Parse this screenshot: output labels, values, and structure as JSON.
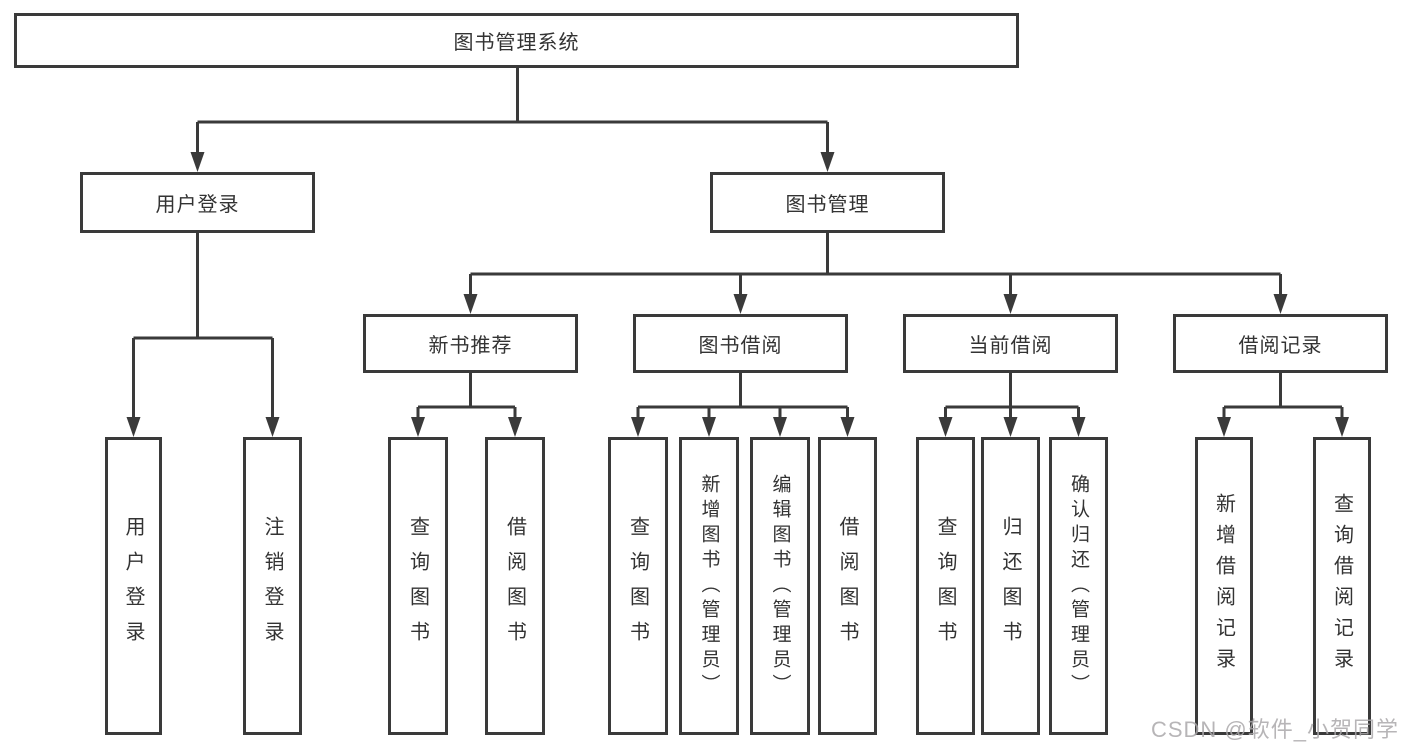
{
  "diagram": {
    "watermark": "CSDN @软件_小贺同学",
    "colors": {
      "line": "#3a3a3a",
      "box_border": "#3a3a3a",
      "text": "#333333",
      "background": "#ffffff",
      "watermark": "#aaa8aa"
    },
    "tree": {
      "root": "图书管理系统",
      "children": [
        {
          "label": "用户登录",
          "children": [
            {
              "label": "用户登录"
            },
            {
              "label": "注销登录"
            }
          ]
        },
        {
          "label": "图书管理",
          "children": [
            {
              "label": "新书推荐",
              "children": [
                {
                  "label": "查询图书"
                },
                {
                  "label": "借阅图书"
                }
              ]
            },
            {
              "label": "图书借阅",
              "children": [
                {
                  "label": "查询图书"
                },
                {
                  "label": "新增图书（管理员）"
                },
                {
                  "label": "编辑图书（管理员）"
                },
                {
                  "label": "借阅图书"
                }
              ]
            },
            {
              "label": "当前借阅",
              "children": [
                {
                  "label": "查询图书"
                },
                {
                  "label": "归还图书"
                },
                {
                  "label": "确认归还（管理员）"
                }
              ]
            },
            {
              "label": "借阅记录",
              "children": [
                {
                  "label": "新增借阅记录"
                },
                {
                  "label": "查询借阅记录"
                }
              ]
            }
          ]
        }
      ]
    }
  }
}
